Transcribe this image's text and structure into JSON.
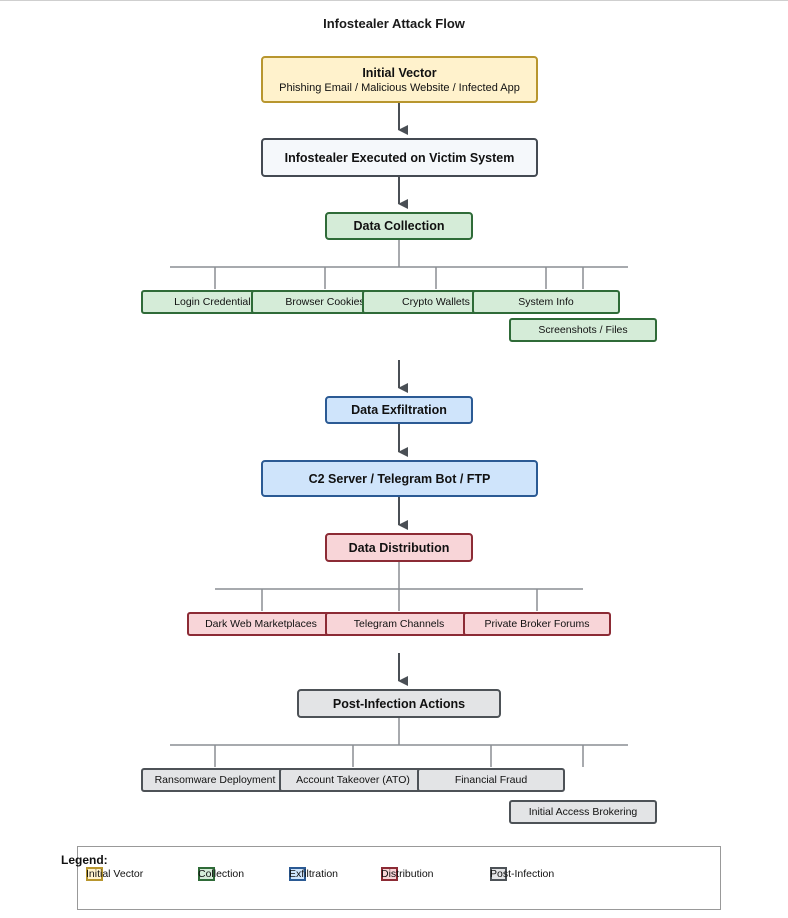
{
  "title": "Infostealer Attack Flow",
  "nodes": {
    "initial_vector": {
      "title": "Initial Vector",
      "subtitle": "Phishing Email / Malicious Website / Infected App"
    },
    "executed": {
      "title": "Infostealer Executed on Victim System"
    },
    "collection": {
      "title": "Data Collection"
    },
    "exfiltration": {
      "title": "Data Exfiltration"
    },
    "c2": {
      "title": "C2 Server / Telegram Bot / FTP"
    },
    "distribution": {
      "title": "Data Distribution"
    },
    "post": {
      "title": "Post-Infection Actions"
    }
  },
  "collection_items": [
    "Login Credentials",
    "Browser Cookies",
    "Crypto Wallets",
    "System Info",
    "Screenshots / Files"
  ],
  "distribution_items": [
    "Dark Web Marketplaces",
    "Telegram Channels",
    "Private Broker Forums"
  ],
  "post_items": [
    "Ransomware Deployment",
    "Account Takeover (ATO)",
    "Financial Fraud",
    "Initial Access Brokering"
  ],
  "legend": {
    "title": "Legend:",
    "items": [
      {
        "label": "Initial Vector",
        "color": "#b8962e",
        "fill": "#fff2cc"
      },
      {
        "label": "Collection",
        "color": "#2f6b38",
        "fill": "#d5ecd8"
      },
      {
        "label": "Exfiltration",
        "color": "#2b5a94",
        "fill": "#cfe4fb"
      },
      {
        "label": "Distribution",
        "color": "#8c2b35",
        "fill": "#f8d5d8"
      },
      {
        "label": "Post-Infection",
        "color": "#4d5257",
        "fill": "#e3e4e6"
      }
    ]
  }
}
